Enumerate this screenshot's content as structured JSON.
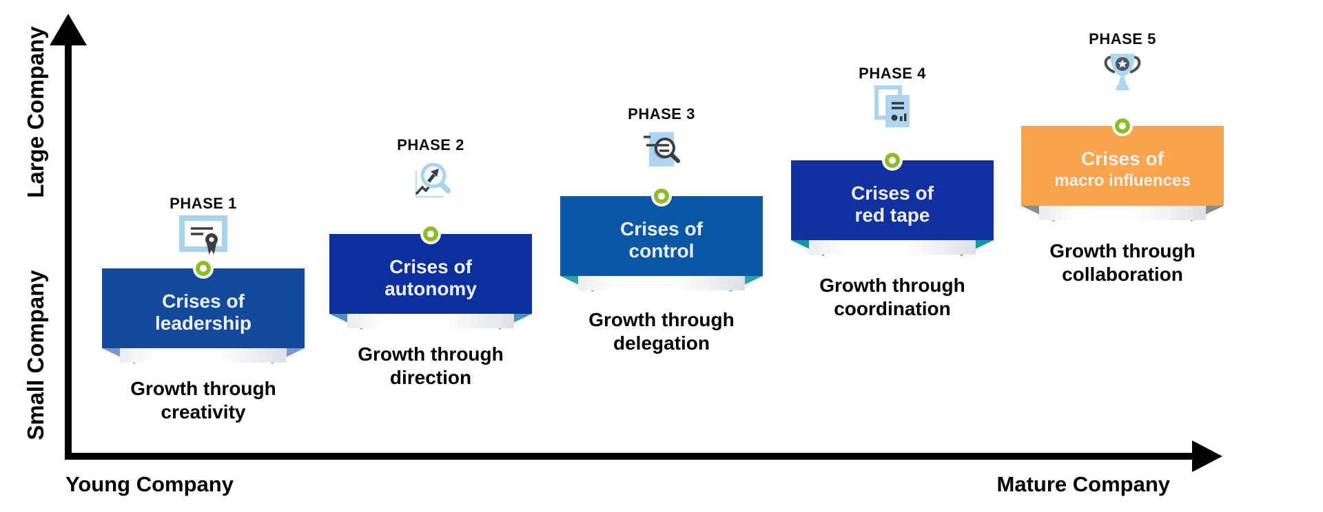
{
  "axes": {
    "y_top_label": "Large Company",
    "y_bottom_label": "Small Company",
    "x_left_label": "Young Company",
    "x_right_label": "Mature Company",
    "axis_color": "#000000"
  },
  "marker": {
    "color": "#8cbd28",
    "shape": "ring"
  },
  "phases": [
    {
      "label": "PHASE 1",
      "icon": "certificate-icon",
      "crisis_line1": "Crises of",
      "crisis_line2": "leadership",
      "growth_line1": "Growth through",
      "growth_line2": "creativity",
      "banner_color": "#15499c",
      "fold_color": "#8094ce"
    },
    {
      "label": "PHASE 2",
      "icon": "growth-magnifier-icon",
      "crisis_line1": "Crises of",
      "crisis_line2": "autonomy",
      "growth_line1": "Growth through",
      "growth_line2": "direction",
      "banner_color": "#0d2f9e",
      "fold_color": "#4a8ec5"
    },
    {
      "label": "PHASE 3",
      "icon": "document-search-icon",
      "crisis_line1": "Crises of",
      "crisis_line2": "control",
      "growth_line1": "Growth through",
      "growth_line2": "delegation",
      "banner_color": "#0a57a4",
      "fold_color": "#2e9fa8"
    },
    {
      "label": "PHASE 4",
      "icon": "documents-icon",
      "crisis_line1": "Crises of",
      "crisis_line2": "red tape",
      "growth_line1": "Growth through",
      "growth_line2": "coordination",
      "banner_color": "#12309e",
      "fold_color": "#0d9aa6"
    },
    {
      "label": "PHASE 5",
      "icon": "trophy-icon",
      "crisis_line1": "Crises of",
      "crisis_line2": "macro influences",
      "growth_line1": "Growth through",
      "growth_line2": "collaboration",
      "banner_color": "#f9a54c",
      "fold_color": "#848b99"
    }
  ]
}
